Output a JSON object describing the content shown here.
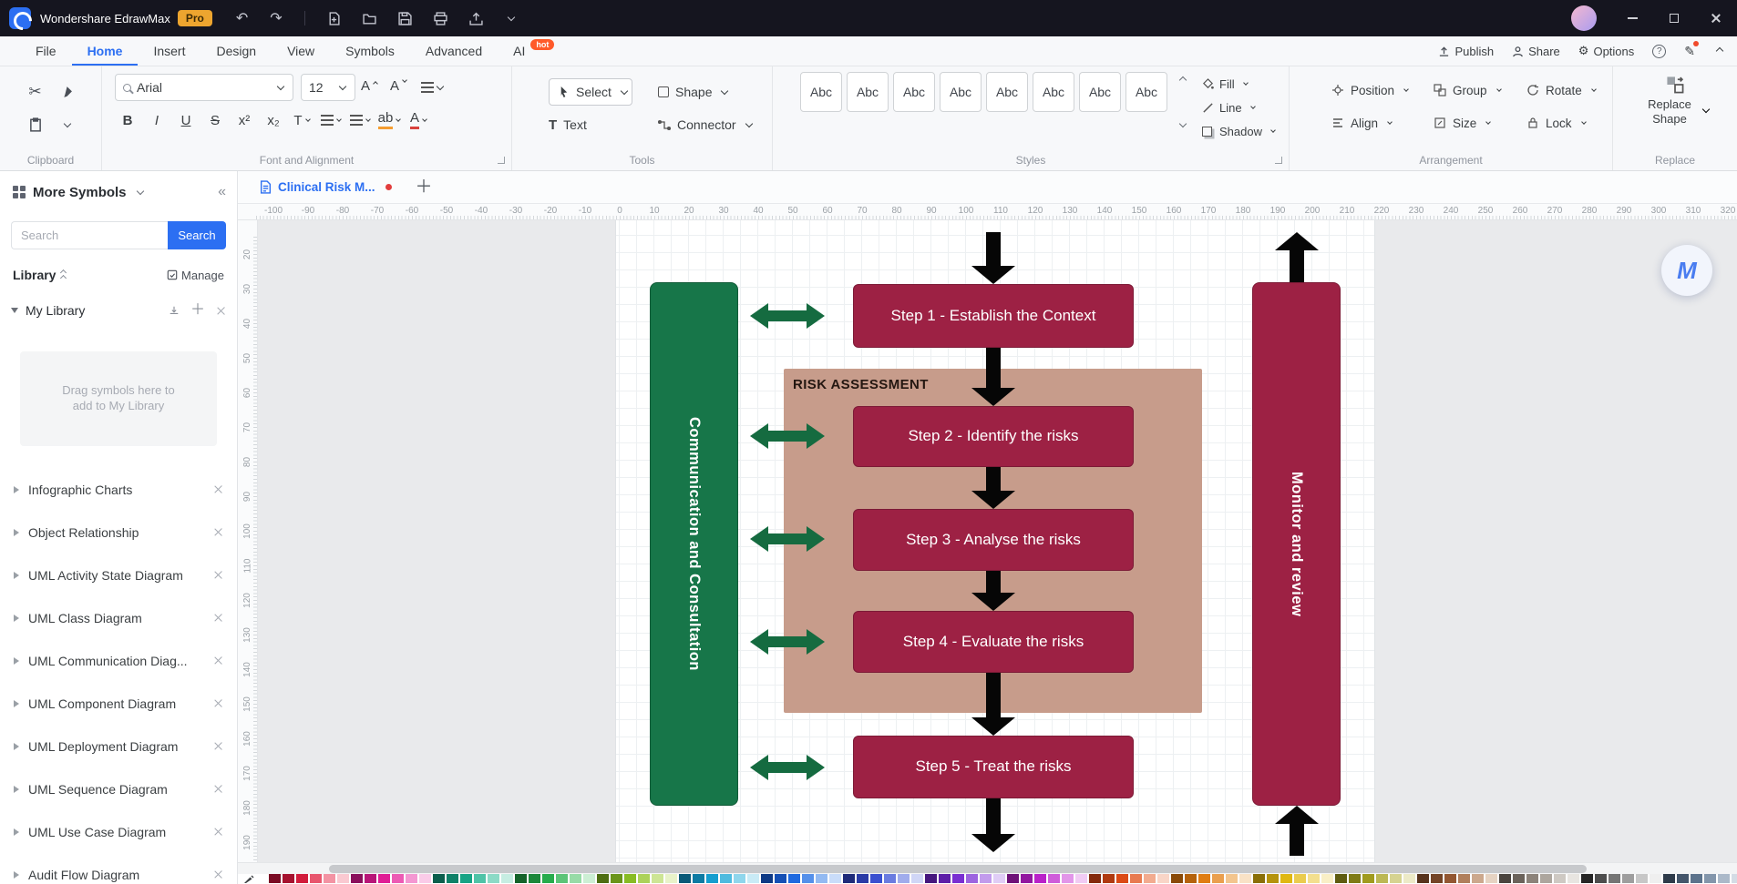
{
  "app": {
    "title": "Wondershare EdrawMax",
    "pro_badge": "Pro"
  },
  "colors": {
    "accent": "#2c6ff2",
    "titlebar_bg": "#15151f",
    "pro_badge_bg": "#eda52f",
    "hot_badge": "#ff5a2a",
    "step_maroon": "#9d2144",
    "bar_green": "#177649",
    "region_tan": "#c79c8b",
    "arrow_black": "#060606",
    "unsaved_dot": "#e23d3d"
  },
  "menubar": {
    "items": [
      "File",
      "Home",
      "Insert",
      "Design",
      "View",
      "Symbols",
      "Advanced"
    ],
    "ai": "AI",
    "ai_badge": "hot",
    "publish": "Publish",
    "share": "Share",
    "options": "Options"
  },
  "ribbon": {
    "clipboard_label": "Clipboard",
    "font": {
      "label": "Font and Alignment",
      "family": "Arial",
      "size": "12",
      "grow": "A",
      "shrink": "A",
      "bold": "B",
      "italic": "I",
      "underline": "U",
      "strike": "S",
      "superscript": "x²",
      "subscript": "x₂",
      "case": "T",
      "highlight": "ab",
      "color": "A"
    },
    "tools": {
      "label": "Tools",
      "select": "Select",
      "shape": "Shape",
      "text": "Text",
      "connector": "Connector"
    },
    "styles": {
      "label": "Styles",
      "chips": [
        "Abc",
        "Abc",
        "Abc",
        "Abc",
        "Abc",
        "Abc",
        "Abc",
        "Abc"
      ],
      "fill": "Fill",
      "line": "Line",
      "shadow": "Shadow"
    },
    "arrangement": {
      "label": "Arrangement",
      "position": "Position",
      "group": "Group",
      "rotate": "Rotate",
      "align": "Align",
      "size": "Size",
      "lock": "Lock"
    },
    "replace": {
      "label": "Replace",
      "button": "Replace Shape"
    }
  },
  "sidebar": {
    "title": "More Symbols",
    "search_placeholder": "Search",
    "search_button": "Search",
    "library": "Library",
    "manage": "Manage",
    "my_library": "My Library",
    "drag_hint": "Drag symbols here to add to My Library",
    "items": [
      "Infographic Charts",
      "Object Relationship",
      "UML Activity State Diagram",
      "UML Class Diagram",
      "UML Communication Diag...",
      "UML Component Diagram",
      "UML Deployment Diagram",
      "UML Sequence Diagram",
      "UML Use Case Diagram",
      "Audit Flow Diagram"
    ]
  },
  "document": {
    "tab": "Clinical Risk M...",
    "ruler_h": [
      -100,
      -90,
      -80,
      -70,
      -60,
      -50,
      -40,
      -30,
      -20,
      -10,
      0,
      10,
      20,
      30,
      40,
      50,
      60,
      70,
      80,
      90,
      100,
      110,
      120,
      130,
      140,
      150,
      160,
      170,
      180,
      190,
      200,
      210,
      220,
      230,
      240,
      250,
      260,
      270,
      280,
      290,
      300,
      310,
      320
    ],
    "ruler_v": [
      20,
      30,
      40,
      50,
      60,
      70,
      80,
      90,
      100,
      110,
      120,
      130,
      140,
      150,
      160,
      170,
      180,
      190
    ]
  },
  "diagram": {
    "left_bar": "Communication and Consultation",
    "right_bar": "Monitor and review",
    "region_label": "RISK ASSESSMENT",
    "steps": [
      "Step 1 - Establish the Context",
      "Step 2 - Identify the risks",
      "Step 3 - Analyse the risks",
      "Step 4 - Evaluate the risks",
      "Step 5 - Treat the risks"
    ],
    "ai_button_glyph": "M"
  },
  "palette": {
    "colors": [
      "#7A0C24",
      "#A6122F",
      "#D21C3C",
      "#E8566E",
      "#F393A3",
      "#FAC9D1",
      "#8A0F5C",
      "#B81578",
      "#E01E95",
      "#EC5BB4",
      "#F497D2",
      "#FACBE8",
      "#0B5F4D",
      "#0F8168",
      "#17A385",
      "#4FC3A7",
      "#8CDAC6",
      "#C6EDE2",
      "#14632A",
      "#1C873A",
      "#27AC4C",
      "#5CC478",
      "#97DBA7",
      "#CCEFD4",
      "#4E6E12",
      "#6A951A",
      "#88BC24",
      "#ACD25A",
      "#CDE595",
      "#E8F3C9",
      "#0A5A78",
      "#0E7BA3",
      "#159ECF",
      "#4FBBDF",
      "#8FD6EC",
      "#C9EBF6",
      "#0F3A85",
      "#1550B5",
      "#1F6AE0",
      "#5590EA",
      "#93BAF2",
      "#C9DCF9",
      "#1F2B7A",
      "#2A3BA6",
      "#3A50D0",
      "#6A7CE0",
      "#A0ACEC",
      "#D0D6F6",
      "#46177E",
      "#5E1FA8",
      "#7A2FD2",
      "#9D64E0",
      "#C29BEC",
      "#E0CDF6",
      "#6E1278",
      "#9318A0",
      "#BA22C9",
      "#CF5CDA",
      "#E296E9",
      "#F1CBF4",
      "#842A0C",
      "#B03A10",
      "#DC4A16",
      "#E87A50",
      "#F2AB8F",
      "#F9D5C7",
      "#8A4A08",
      "#B5620C",
      "#E07D12",
      "#EA9F4E",
      "#F3C58E",
      "#F9E2C6",
      "#8A6F08",
      "#B5930C",
      "#E0B812",
      "#EACC4E",
      "#F3DF8E",
      "#F9EFC6",
      "#5F5C10",
      "#7F7B16",
      "#A09B1E",
      "#BCB854",
      "#D6D391",
      "#ECEAC7",
      "#57331C",
      "#744426",
      "#935732",
      "#B07F5C",
      "#CCA88D",
      "#E6D3C2",
      "#4A443E",
      "#6B635B",
      "#8C837A",
      "#ADA69E",
      "#CEC9C3",
      "#E8E5E1",
      "#262626",
      "#4D4D4D",
      "#757575",
      "#9E9E9E",
      "#C7C7C7",
      "#EFEFEF",
      "#2E3B4A",
      "#44566B",
      "#5C738C",
      "#8396AB",
      "#ABB9C9",
      "#D4DCE5"
    ]
  }
}
